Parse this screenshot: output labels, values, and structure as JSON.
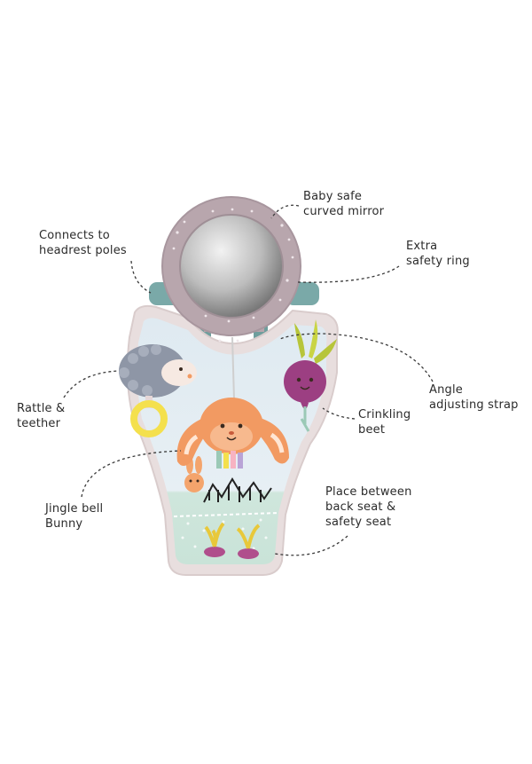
{
  "callouts": {
    "mirror": "Baby safe\ncurved mirror",
    "headrest": "Connects to\nheadrest poles",
    "ring": "Extra\nsafety ring",
    "rattle": "Rattle &\nteether",
    "strap": "Angle\nadjusting strap",
    "beet": "Crinkling\nbeet",
    "bunny": "Jingle bell\nBunny",
    "seat": "Place between\nback seat &\nsafety seat"
  },
  "colors": {
    "mirror_ring": "#b8a6ad",
    "teal_clip": "#7aa9a8",
    "mat_mint": "#cfe6dc",
    "mat_sky": "#dce8ef",
    "mat_border": "#e7dcdc",
    "bunny_orange": "#f29a62",
    "beet_purple": "#9c3f82",
    "teether_yellow": "#f4e04d",
    "hedgehog_grey": "#8e96a6"
  }
}
